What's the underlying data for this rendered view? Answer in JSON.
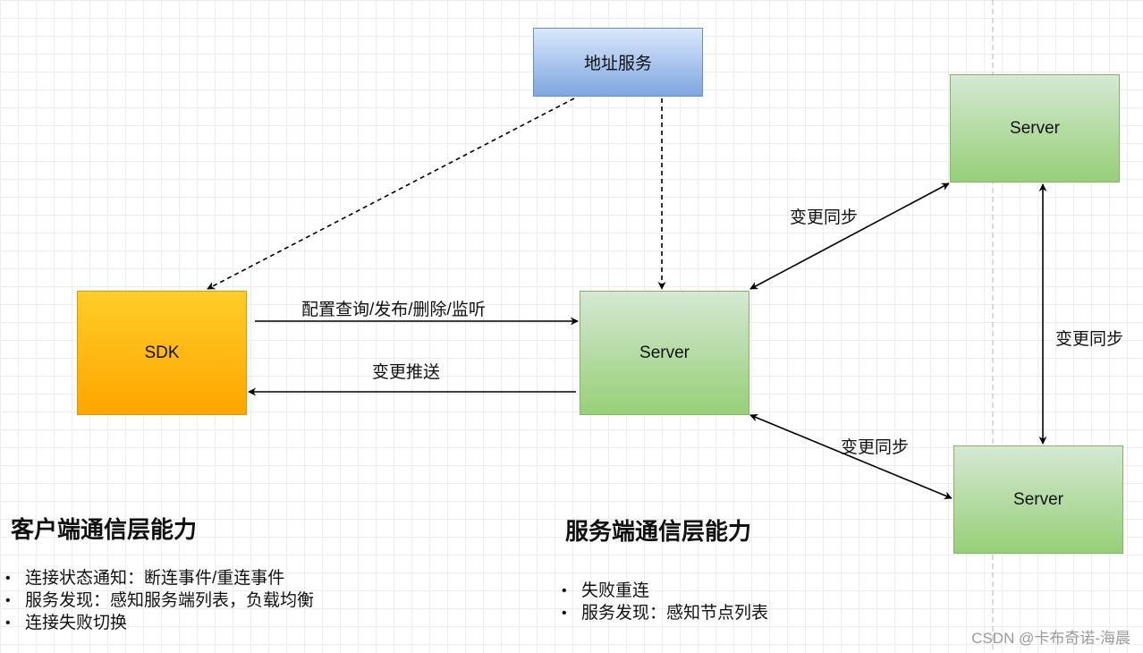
{
  "nodes": {
    "address_service": "地址服务",
    "sdk": "SDK",
    "server_center": "Server",
    "server_top_right": "Server",
    "server_bottom_right": "Server"
  },
  "edges": {
    "sdk_to_server": "配置查询/发布/删除/监听",
    "server_to_sdk": "变更推送",
    "sync_top": "变更同步",
    "sync_right": "变更同步",
    "sync_bottom": "变更同步"
  },
  "client_section": {
    "heading": "客户端通信层能力",
    "items": [
      "连接状态通知：断连事件/重连事件",
      "服务发现：感知服务端列表，负载均衡",
      "连接失败切换"
    ]
  },
  "server_section": {
    "heading": "服务端通信层能力",
    "items": [
      "失败重连",
      "服务发现：感知节点列表"
    ]
  },
  "watermark": "CSDN @卡布奇诺-海晨",
  "colors": {
    "address_fill": "#7ea6e0",
    "sdk_fill": "#ffa500",
    "server_fill": "#97d077",
    "edge": "#000000"
  }
}
